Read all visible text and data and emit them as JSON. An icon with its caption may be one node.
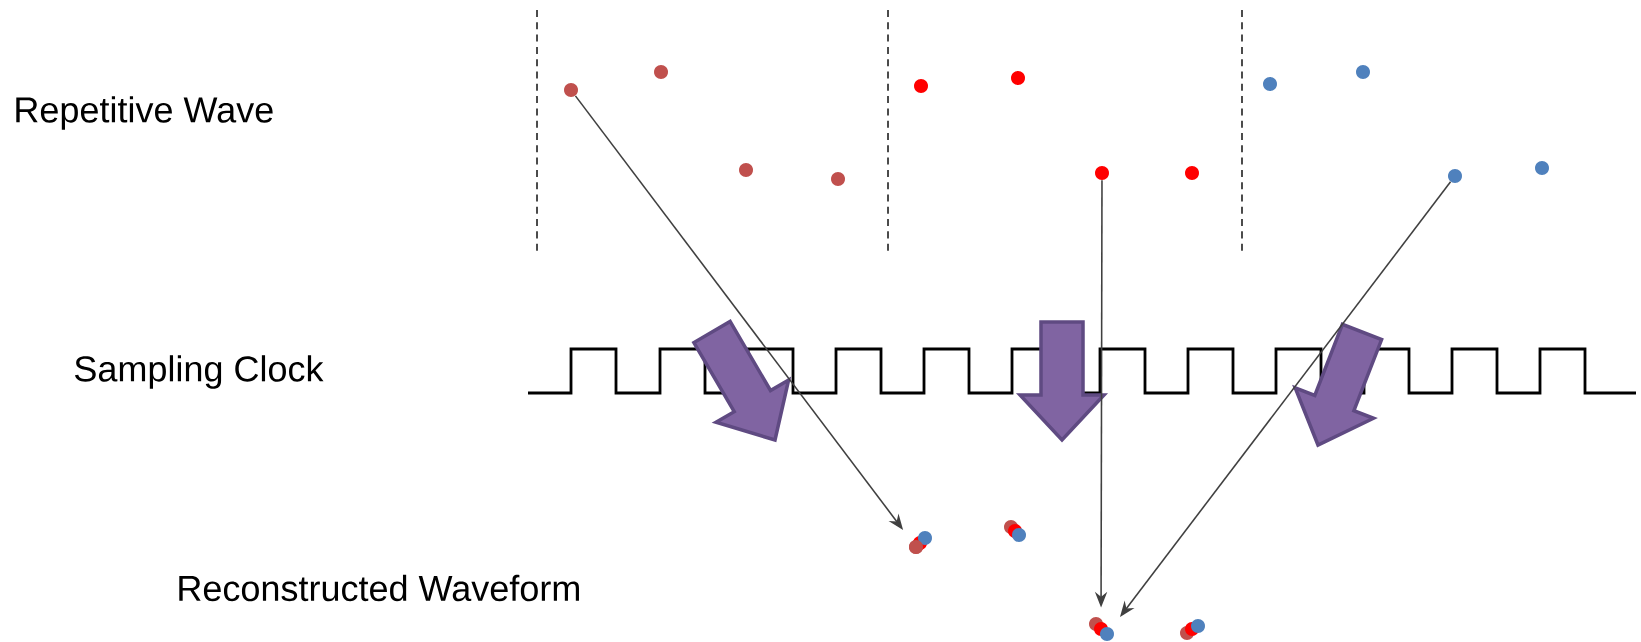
{
  "diagram": {
    "nodes": [
      {
        "text": [],
        "shape": "circle"
      },
      {
        "text": [],
        "shape": "circle"
      },
      {
        "text": [],
        "shape": "circle"
      },
      {
        "text": [],
        "shape": "circle"
      },
      {
        "text": [],
        "shape": "circle"
      },
      {
        "text": [],
        "shape": "circle"
      }
    ],
    "edges": [
      {
        "from": 0,
        "to": 3,
        "arrow": "to"
      },
      {
        "from": 1,
        "to": 4,
        "arrow": "to"
      },
      {
        "from": 2,
        "to": 5,
        "arrow": "to"
      }
    ],
    "labels": [
      "Repetitive Wave",
      "Sampling Clock",
      "Reconstructed Waveform"
    ]
  }
}
